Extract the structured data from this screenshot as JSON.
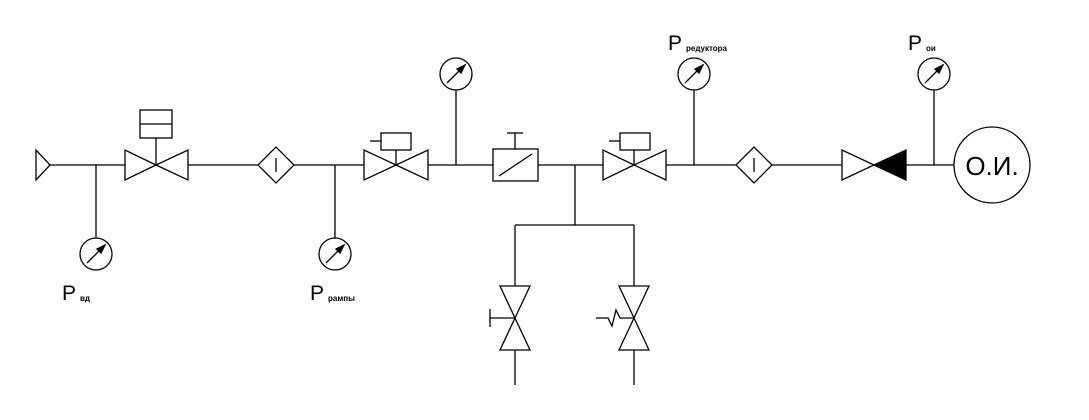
{
  "labels": {
    "p_vd": {
      "main": "P",
      "sub": "вд"
    },
    "p_rampy": {
      "main": "P",
      "sub": "рампы"
    },
    "p_reductor": {
      "main": "P",
      "sub": "редуктора"
    },
    "p_oi": {
      "main": "P",
      "sub": "ои"
    }
  },
  "object": {
    "label": "О.И."
  }
}
